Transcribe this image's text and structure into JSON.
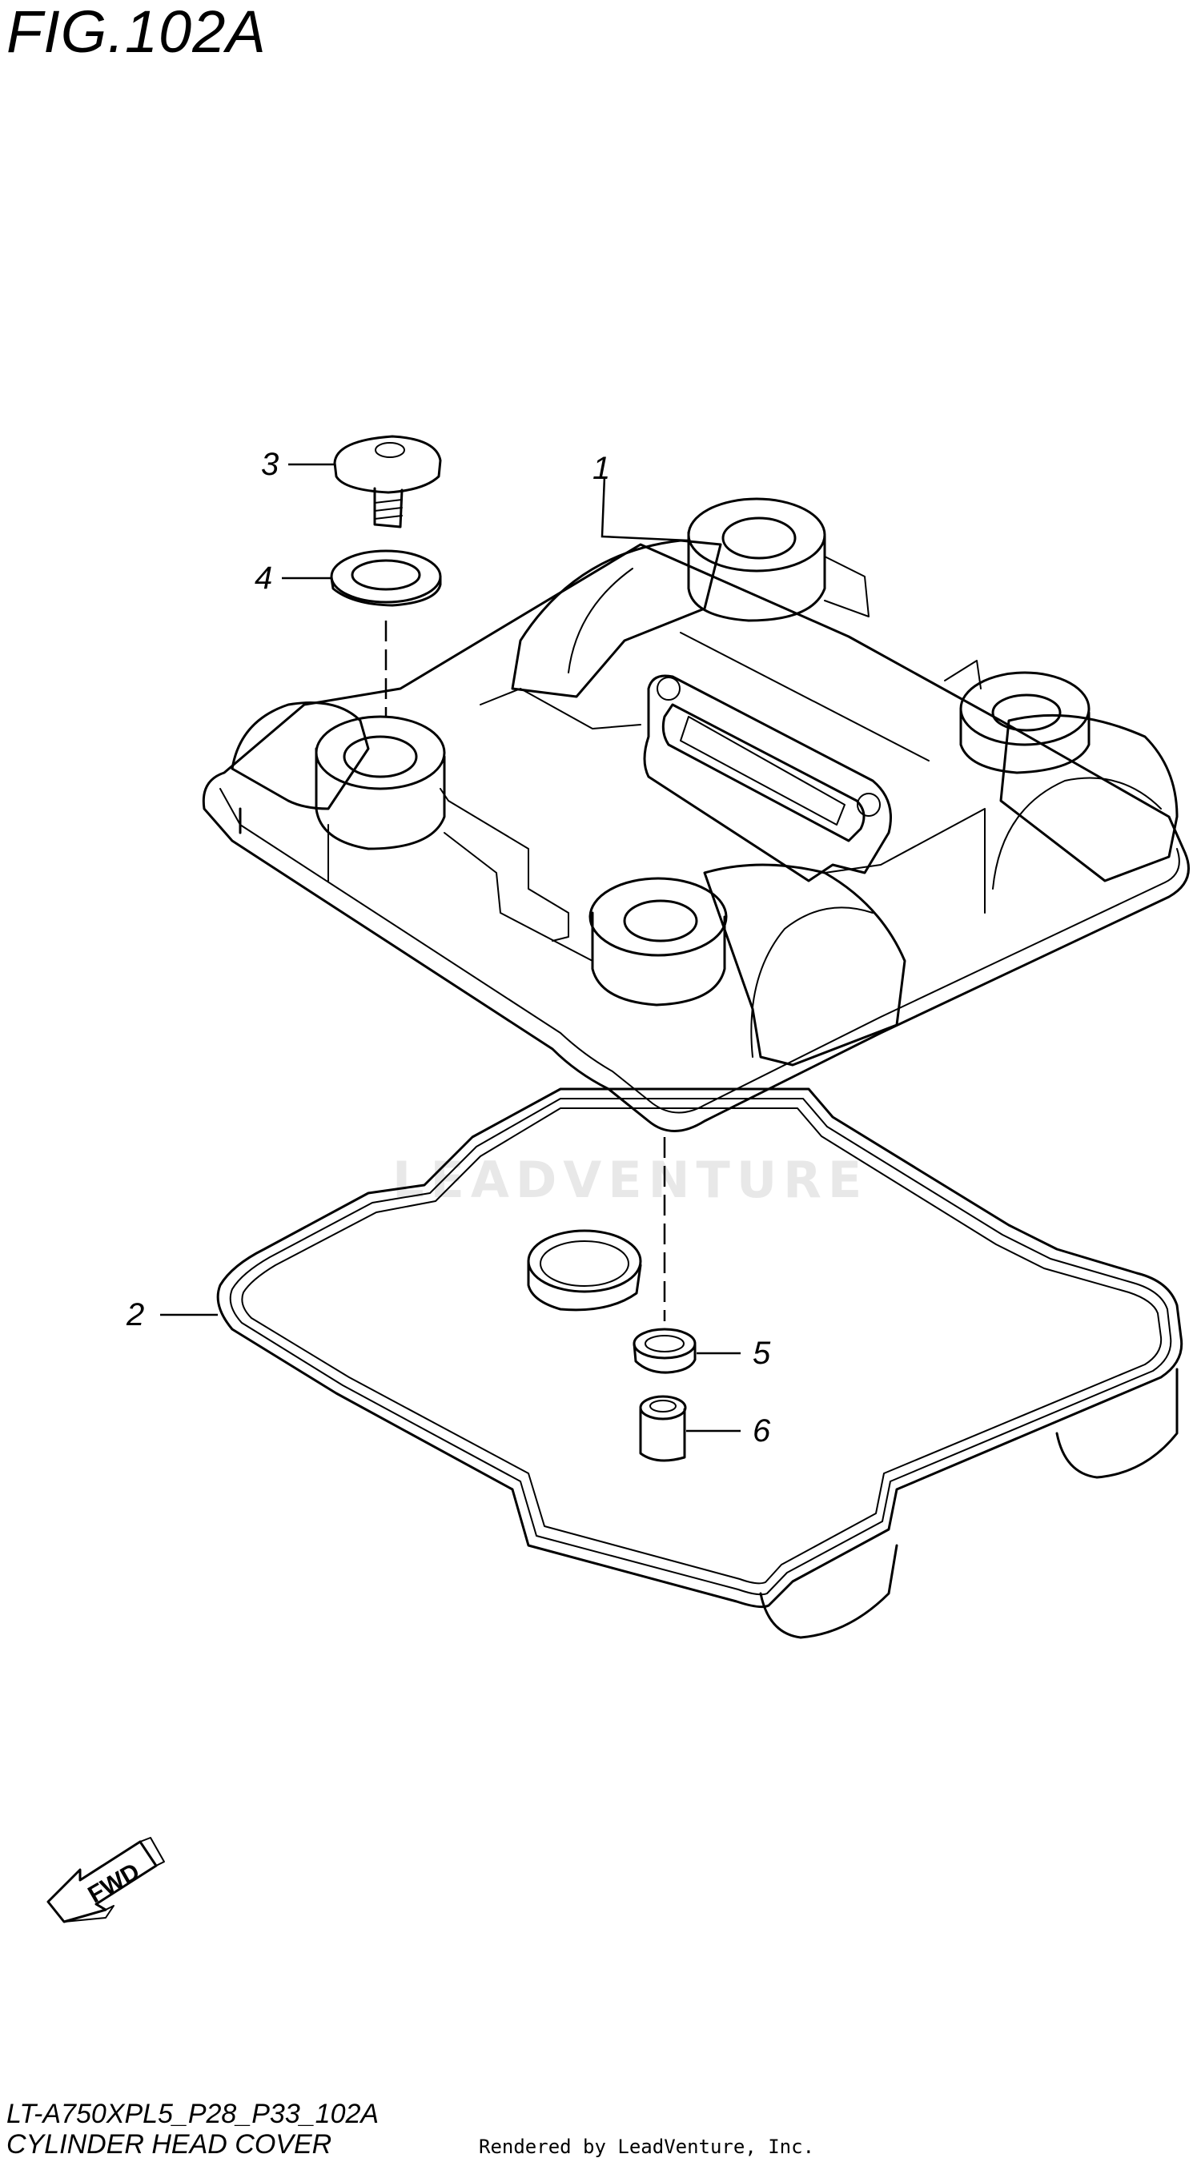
{
  "figure_label": "FIG.102A",
  "model_code": "LT-A750XPL5_P28_P33_102A",
  "diagram_name": "CYLINDER HEAD COVER",
  "rendered_by": "Rendered by LeadVenture, Inc.",
  "watermark": "LEADVENTURE",
  "fwd_label": "FWD",
  "callouts": [
    {
      "number": "1",
      "icon": "cylinder-head-cover-icon"
    },
    {
      "number": "2",
      "icon": "gasket-icon"
    },
    {
      "number": "3",
      "icon": "bolt-icon"
    },
    {
      "number": "4",
      "icon": "washer-icon"
    },
    {
      "number": "5",
      "icon": "seal-ring-icon"
    },
    {
      "number": "6",
      "icon": "dowel-pin-icon"
    }
  ]
}
